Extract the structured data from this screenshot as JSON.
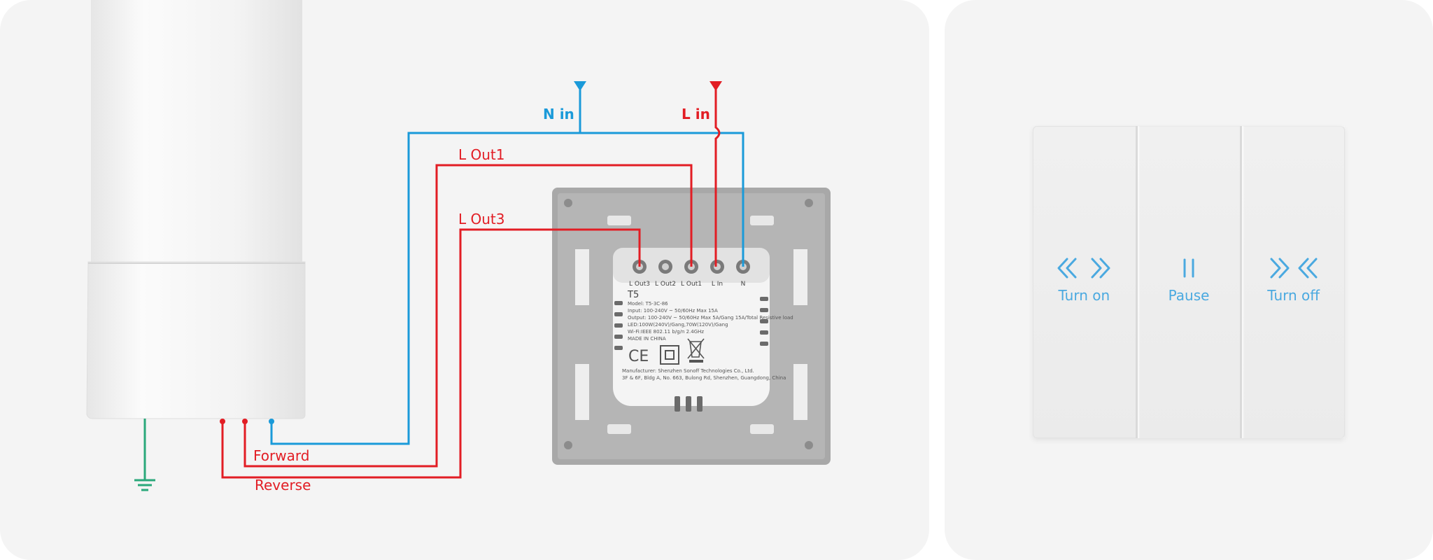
{
  "wiring": {
    "labels": {
      "n_in": "N in",
      "l_in": "L in",
      "l_out1": "L Out1",
      "l_out3": "L Out3",
      "forward": "Forward",
      "reverse": "Reverse"
    },
    "colors": {
      "neutral": "#1a9ad9",
      "live": "#e21d24",
      "ground": "#2aa87a"
    },
    "module": {
      "terminals": [
        "L Out3",
        "L Out2",
        "L Out1",
        "L In",
        "N"
      ],
      "model_name": "T5",
      "spec_lines": [
        "Model: T5-3C-86",
        "Input: 100-240V ~ 50/60Hz  Max 15A",
        "Output: 100-240V ~ 50/60Hz Max 5A/Gang 15A/Total  Resistive load",
        "LED:100W(240V)/Gang,70W(120V)/Gang",
        "Wi-Fi:IEEE 802.11 b/g/n 2.4GHz",
        "MADE IN CHINA"
      ],
      "ce_mark": "CE",
      "manufacturer_lines": [
        "Manufacturer: Shenzhen Sonoff Technologies Co., Ltd.",
        "3F & 6F, Bldg A, No. 663, Bulong Rd, Shenzhen, Guangdong, China"
      ]
    }
  },
  "switch_panel": {
    "gangs": [
      {
        "icon": "open-chevrons-icon",
        "label": "Turn on"
      },
      {
        "icon": "pause-icon",
        "label": "Pause"
      },
      {
        "icon": "close-chevrons-icon",
        "label": "Turn off"
      }
    ],
    "accent_color": "#4aa9e0"
  }
}
